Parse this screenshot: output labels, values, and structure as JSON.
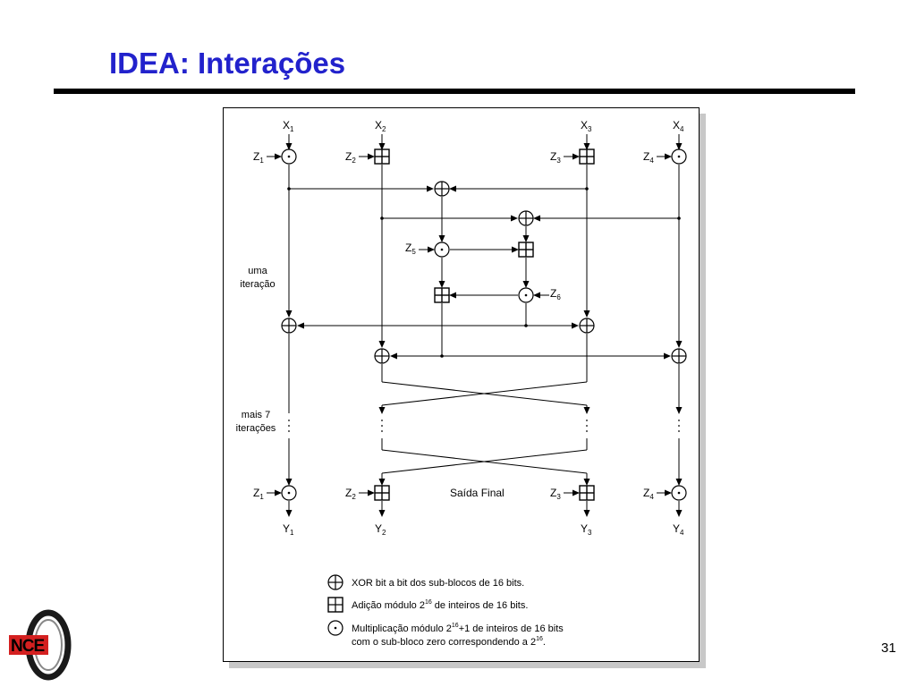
{
  "slide": {
    "title": "IDEA: Interações",
    "page_number": "31"
  },
  "diagram": {
    "inputs": [
      {
        "letter": "X",
        "sub": "1"
      },
      {
        "letter": "X",
        "sub": "2"
      },
      {
        "letter": "X",
        "sub": "3"
      },
      {
        "letter": "X",
        "sub": "4"
      }
    ],
    "outputs": [
      {
        "letter": "Y",
        "sub": "1"
      },
      {
        "letter": "Y",
        "sub": "2"
      },
      {
        "letter": "Y",
        "sub": "3"
      },
      {
        "letter": "Y",
        "sub": "4"
      }
    ],
    "keys_round": [
      {
        "letter": "Z",
        "sub": "1"
      },
      {
        "letter": "Z",
        "sub": "2"
      },
      {
        "letter": "Z",
        "sub": "3"
      },
      {
        "letter": "Z",
        "sub": "4"
      },
      {
        "letter": "Z",
        "sub": "5"
      },
      {
        "letter": "Z",
        "sub": "6"
      }
    ],
    "keys_final": [
      {
        "letter": "Z",
        "sub": "1"
      },
      {
        "letter": "Z",
        "sub": "2"
      },
      {
        "letter": "Z",
        "sub": "3"
      },
      {
        "letter": "Z",
        "sub": "4"
      }
    ],
    "one_round_label_line1": "uma",
    "one_round_label_line2": "iteração",
    "more_rounds_label_line1": "mais 7",
    "more_rounds_label_line2": "iterações",
    "final_output_label": "Saída Final",
    "legend": {
      "xor": "XOR bit a bit dos sub-blocos de 16 bits.",
      "add_prefix": "Adição módulo 2",
      "add_exp": "16",
      "add_suffix": " de inteiros de 16 bits.",
      "mul_prefix": "Multiplicação  módulo  2",
      "mul_exp": "16",
      "mul_suffix": "+1  de  inteiros  de  16  bits",
      "mul_line2_prefix": "com o sub-bloco zero correspondendo a 2",
      "mul_line2_exp": "16",
      "mul_line2_suffix": "."
    }
  }
}
